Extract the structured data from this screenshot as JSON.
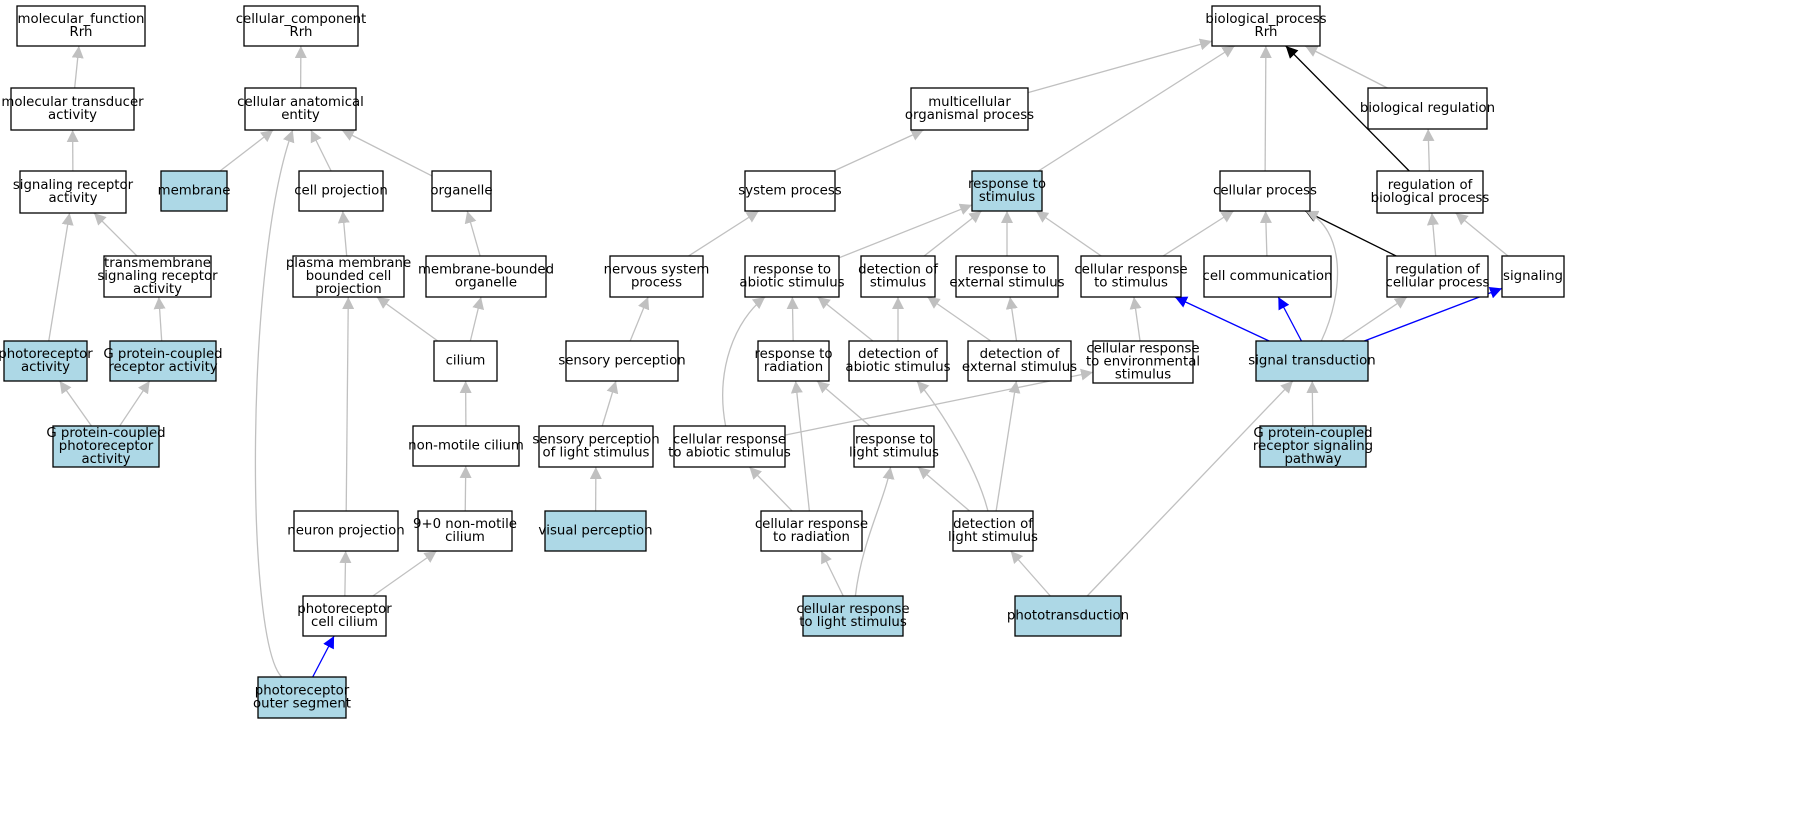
{
  "colors": {
    "highlight_fill": "#add8e6",
    "plain_fill": "#ffffff",
    "edge_gray": "#c0c0c0",
    "edge_black": "#000000",
    "edge_blue": "#0000ff"
  },
  "nodes": [
    {
      "id": "mf",
      "lines": [
        "molecular_function",
        "Rrh"
      ],
      "highlight": false
    },
    {
      "id": "mta",
      "lines": [
        "molecular transducer",
        "activity"
      ],
      "highlight": false
    },
    {
      "id": "sra",
      "lines": [
        "signaling receptor",
        "activity"
      ],
      "highlight": false
    },
    {
      "id": "tsra",
      "lines": [
        "transmembrane",
        "signaling receptor",
        "activity"
      ],
      "highlight": false
    },
    {
      "id": "pra",
      "lines": [
        "photoreceptor",
        "activity"
      ],
      "highlight": true
    },
    {
      "id": "gpcr",
      "lines": [
        "G protein-coupled",
        "receptor activity"
      ],
      "highlight": true
    },
    {
      "id": "gpcp",
      "lines": [
        "G protein-coupled",
        "photoreceptor",
        "activity"
      ],
      "highlight": true
    },
    {
      "id": "cc",
      "lines": [
        "cellular_component",
        "Rrh"
      ],
      "highlight": false
    },
    {
      "id": "cae",
      "lines": [
        "cellular anatomical",
        "entity"
      ],
      "highlight": false
    },
    {
      "id": "mem",
      "lines": [
        "membrane"
      ],
      "highlight": true
    },
    {
      "id": "cp",
      "lines": [
        "cell projection"
      ],
      "highlight": false
    },
    {
      "id": "org",
      "lines": [
        "organelle"
      ],
      "highlight": false
    },
    {
      "id": "pmbcp",
      "lines": [
        "plasma membrane",
        "bounded cell",
        "projection"
      ],
      "highlight": false
    },
    {
      "id": "mbo",
      "lines": [
        "membrane-bounded",
        "organelle"
      ],
      "highlight": false
    },
    {
      "id": "cil",
      "lines": [
        "cilium"
      ],
      "highlight": false
    },
    {
      "id": "nmc",
      "lines": [
        "non-motile cilium"
      ],
      "highlight": false
    },
    {
      "id": "np",
      "lines": [
        "neuron projection"
      ],
      "highlight": false
    },
    {
      "id": "nmc90",
      "lines": [
        "9+0 non-motile",
        "cilium"
      ],
      "highlight": false
    },
    {
      "id": "pcc",
      "lines": [
        "photoreceptor",
        "cell cilium"
      ],
      "highlight": false
    },
    {
      "id": "pos",
      "lines": [
        "photoreceptor",
        "outer segment"
      ],
      "highlight": true
    },
    {
      "id": "bp",
      "lines": [
        "biological_process",
        "Rrh"
      ],
      "highlight": false
    },
    {
      "id": "mop",
      "lines": [
        "multicellular",
        "organismal process"
      ],
      "highlight": false
    },
    {
      "id": "breg",
      "lines": [
        "biological regulation"
      ],
      "highlight": false
    },
    {
      "id": "sp",
      "lines": [
        "system process"
      ],
      "highlight": false
    },
    {
      "id": "rts",
      "lines": [
        "response to",
        "stimulus"
      ],
      "highlight": true
    },
    {
      "id": "cellp",
      "lines": [
        "cellular process"
      ],
      "highlight": false
    },
    {
      "id": "rbp",
      "lines": [
        "regulation of",
        "biological process"
      ],
      "highlight": false
    },
    {
      "id": "nsp",
      "lines": [
        "nervous system",
        "process"
      ],
      "highlight": false
    },
    {
      "id": "ras",
      "lines": [
        "response to",
        "abiotic stimulus"
      ],
      "highlight": false
    },
    {
      "id": "dos",
      "lines": [
        "detection of",
        "stimulus"
      ],
      "highlight": false
    },
    {
      "id": "res",
      "lines": [
        "response to",
        "external stimulus"
      ],
      "highlight": false
    },
    {
      "id": "crs",
      "lines": [
        "cellular response",
        "to stimulus"
      ],
      "highlight": false
    },
    {
      "id": "ccom",
      "lines": [
        "cell communication"
      ],
      "highlight": false
    },
    {
      "id": "rcp",
      "lines": [
        "regulation of",
        "cellular process"
      ],
      "highlight": false
    },
    {
      "id": "sig",
      "lines": [
        "signaling"
      ],
      "highlight": false
    },
    {
      "id": "sper",
      "lines": [
        "sensory perception"
      ],
      "highlight": false
    },
    {
      "id": "rrad",
      "lines": [
        "response to",
        "radiation"
      ],
      "highlight": false
    },
    {
      "id": "das",
      "lines": [
        "detection of",
        "abiotic stimulus"
      ],
      "highlight": false
    },
    {
      "id": "des",
      "lines": [
        "detection of",
        "external stimulus"
      ],
      "highlight": false
    },
    {
      "id": "cres",
      "lines": [
        "cellular response",
        "to environmental",
        "stimulus"
      ],
      "highlight": false
    },
    {
      "id": "st",
      "lines": [
        "signal transduction"
      ],
      "highlight": true
    },
    {
      "id": "spls",
      "lines": [
        "sensory perception",
        "of light stimulus"
      ],
      "highlight": false
    },
    {
      "id": "cras",
      "lines": [
        "cellular response",
        "to abiotic stimulus"
      ],
      "highlight": false
    },
    {
      "id": "rls",
      "lines": [
        "response to",
        "light stimulus"
      ],
      "highlight": false
    },
    {
      "id": "gpcrsp",
      "lines": [
        "G protein-coupled",
        "receptor signaling",
        "pathway"
      ],
      "highlight": true
    },
    {
      "id": "vp",
      "lines": [
        "visual perception"
      ],
      "highlight": true
    },
    {
      "id": "crr",
      "lines": [
        "cellular response",
        "to radiation"
      ],
      "highlight": false
    },
    {
      "id": "dls",
      "lines": [
        "detection of",
        "light stimulus"
      ],
      "highlight": false
    },
    {
      "id": "crls",
      "lines": [
        "cellular response",
        "to light stimulus"
      ],
      "highlight": true
    },
    {
      "id": "pt",
      "lines": [
        "phototransduction"
      ],
      "highlight": true
    }
  ],
  "edges": [
    {
      "from": "mta",
      "to": "mf",
      "color": "gray"
    },
    {
      "from": "sra",
      "to": "mta",
      "color": "gray"
    },
    {
      "from": "tsra",
      "to": "sra",
      "color": "gray"
    },
    {
      "from": "pra",
      "to": "sra",
      "color": "gray"
    },
    {
      "from": "gpcr",
      "to": "tsra",
      "color": "gray"
    },
    {
      "from": "gpcp",
      "to": "pra",
      "color": "gray"
    },
    {
      "from": "gpcp",
      "to": "gpcr",
      "color": "gray"
    },
    {
      "from": "cae",
      "to": "cc",
      "color": "gray"
    },
    {
      "from": "mem",
      "to": "cae",
      "color": "gray"
    },
    {
      "from": "cp",
      "to": "cae",
      "color": "gray"
    },
    {
      "from": "org",
      "to": "cae",
      "color": "gray"
    },
    {
      "from": "pos",
      "to": "cae",
      "color": "gray"
    },
    {
      "from": "pmbcp",
      "to": "cp",
      "color": "gray"
    },
    {
      "from": "mbo",
      "to": "org",
      "color": "gray"
    },
    {
      "from": "cil",
      "to": "pmbcp",
      "color": "gray"
    },
    {
      "from": "cil",
      "to": "mbo",
      "color": "gray"
    },
    {
      "from": "nmc",
      "to": "cil",
      "color": "gray"
    },
    {
      "from": "np",
      "to": "pmbcp",
      "color": "gray"
    },
    {
      "from": "nmc90",
      "to": "nmc",
      "color": "gray"
    },
    {
      "from": "pcc",
      "to": "np",
      "color": "gray"
    },
    {
      "from": "pcc",
      "to": "nmc90",
      "color": "gray"
    },
    {
      "from": "pos",
      "to": "pcc",
      "color": "blue"
    },
    {
      "from": "mop",
      "to": "bp",
      "color": "gray"
    },
    {
      "from": "rts",
      "to": "bp",
      "color": "gray"
    },
    {
      "from": "cellp",
      "to": "bp",
      "color": "gray"
    },
    {
      "from": "breg",
      "to": "bp",
      "color": "gray"
    },
    {
      "from": "rbp",
      "to": "bp",
      "color": "black"
    },
    {
      "from": "rbp",
      "to": "breg",
      "color": "gray"
    },
    {
      "from": "sp",
      "to": "mop",
      "color": "gray"
    },
    {
      "from": "nsp",
      "to": "sp",
      "color": "gray"
    },
    {
      "from": "ras",
      "to": "rts",
      "color": "gray"
    },
    {
      "from": "dos",
      "to": "rts",
      "color": "gray"
    },
    {
      "from": "res",
      "to": "rts",
      "color": "gray"
    },
    {
      "from": "crs",
      "to": "rts",
      "color": "gray"
    },
    {
      "from": "crs",
      "to": "cellp",
      "color": "gray"
    },
    {
      "from": "ccom",
      "to": "cellp",
      "color": "gray"
    },
    {
      "from": "rcp",
      "to": "cellp",
      "color": "black"
    },
    {
      "from": "st",
      "to": "cellp",
      "color": "gray"
    },
    {
      "from": "rcp",
      "to": "rbp",
      "color": "gray"
    },
    {
      "from": "sig",
      "to": "rbp",
      "color": "gray"
    },
    {
      "from": "sper",
      "to": "nsp",
      "color": "gray"
    },
    {
      "from": "rrad",
      "to": "ras",
      "color": "gray"
    },
    {
      "from": "das",
      "to": "ras",
      "color": "gray"
    },
    {
      "from": "das",
      "to": "dos",
      "color": "gray"
    },
    {
      "from": "des",
      "to": "dos",
      "color": "gray"
    },
    {
      "from": "des",
      "to": "res",
      "color": "gray"
    },
    {
      "from": "cres",
      "to": "crs",
      "color": "gray"
    },
    {
      "from": "st",
      "to": "crs",
      "color": "blue"
    },
    {
      "from": "st",
      "to": "ccom",
      "color": "blue"
    },
    {
      "from": "st",
      "to": "rcp",
      "color": "gray"
    },
    {
      "from": "st",
      "to": "sig",
      "color": "blue"
    },
    {
      "from": "spls",
      "to": "sper",
      "color": "gray"
    },
    {
      "from": "cras",
      "to": "ras",
      "color": "gray"
    },
    {
      "from": "cras",
      "to": "cres",
      "color": "gray"
    },
    {
      "from": "rls",
      "to": "rrad",
      "color": "gray"
    },
    {
      "from": "gpcrsp",
      "to": "st",
      "color": "gray"
    },
    {
      "from": "vp",
      "to": "spls",
      "color": "gray"
    },
    {
      "from": "crr",
      "to": "cras",
      "color": "gray"
    },
    {
      "from": "crr",
      "to": "rrad",
      "color": "gray"
    },
    {
      "from": "dls",
      "to": "rls",
      "color": "gray"
    },
    {
      "from": "dls",
      "to": "das",
      "color": "gray"
    },
    {
      "from": "dls",
      "to": "des",
      "color": "gray"
    },
    {
      "from": "crls",
      "to": "crr",
      "color": "gray"
    },
    {
      "from": "crls",
      "to": "rls",
      "color": "gray"
    },
    {
      "from": "pt",
      "to": "dls",
      "color": "gray"
    },
    {
      "from": "pt",
      "to": "st",
      "color": "gray"
    }
  ]
}
